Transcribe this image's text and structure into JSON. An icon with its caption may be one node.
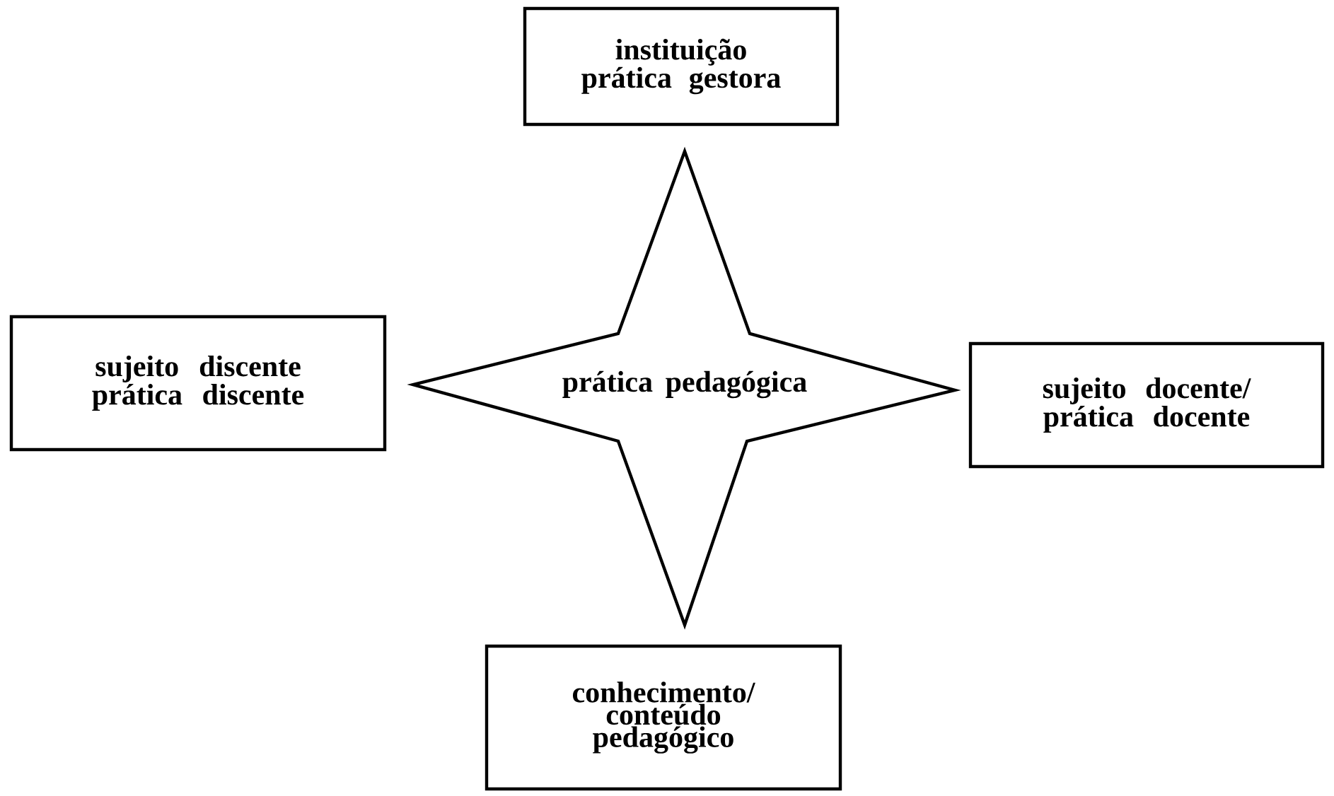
{
  "diagram": {
    "nodes": [
      {
        "text": [
          "prática pedagógica"
        ]
      },
      {
        "text": [
          "instituição prática gestora"
        ]
      },
      {
        "text": [
          "sujeito discente prática discente"
        ]
      },
      {
        "text": [
          "sujeito docente/ prática docente"
        ]
      },
      {
        "text": [
          "conhecimento/ conteúdo pedagógico"
        ]
      }
    ]
  }
}
